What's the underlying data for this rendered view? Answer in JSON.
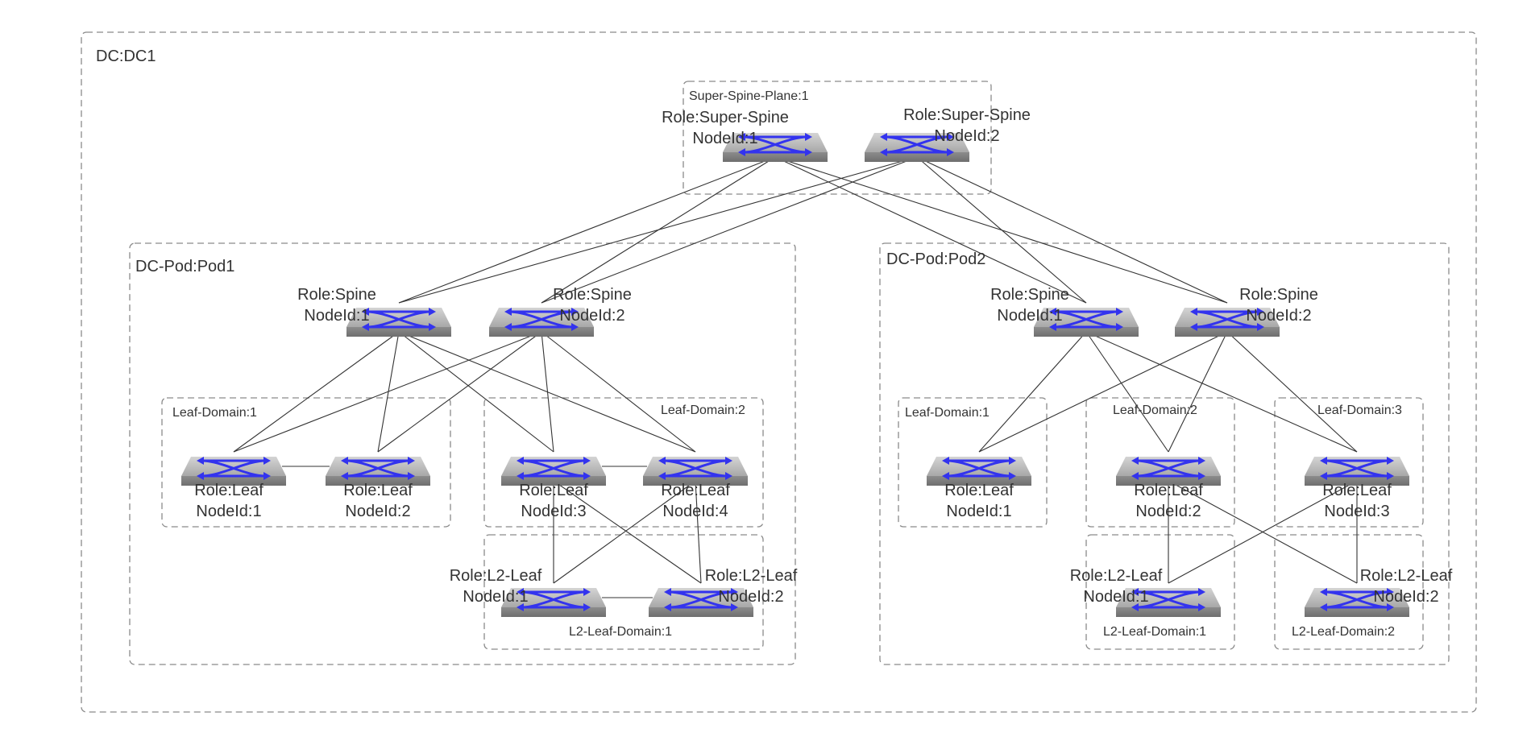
{
  "colors": {
    "switch_arrow": "#3333ee",
    "switch_top": "#b8b8b8",
    "switch_side": "#888888",
    "group_border": "#8a8a8a",
    "link": "#333333"
  },
  "icon": "network-switch-icon",
  "groups": {
    "dc": "DC:DC1",
    "super_spine_plane": "Super-Spine-Plane:1",
    "pod1": "DC-Pod:Pod1",
    "pod1_leaf_domain_1": "Leaf-Domain:1",
    "pod1_leaf_domain_2": "Leaf-Domain:2",
    "pod1_l2_leaf_domain_1": "L2-Leaf-Domain:1",
    "pod2": "DC-Pod:Pod2",
    "pod2_leaf_domain_1": "Leaf-Domain:1",
    "pod2_leaf_domain_2": "Leaf-Domain:2",
    "pod2_leaf_domain_3": "Leaf-Domain:3",
    "pod2_l2_leaf_domain_1": "L2-Leaf-Domain:1",
    "pod2_l2_leaf_domain_2": "L2-Leaf-Domain:2"
  },
  "nodes": {
    "ss1": {
      "role": "Role:Super-Spine",
      "nodeid": "NodeId:1"
    },
    "ss2": {
      "role": "Role:Super-Spine",
      "nodeid": "NodeId:2"
    },
    "p1s1": {
      "role": "Role:Spine",
      "nodeid": "NodeId:1"
    },
    "p1s2": {
      "role": "Role:Spine",
      "nodeid": "NodeId:2"
    },
    "p1l1": {
      "role": "Role:Leaf",
      "nodeid": "NodeId:1"
    },
    "p1l2": {
      "role": "Role:Leaf",
      "nodeid": "NodeId:2"
    },
    "p1l3": {
      "role": "Role:Leaf",
      "nodeid": "NodeId:3"
    },
    "p1l4": {
      "role": "Role:Leaf",
      "nodeid": "NodeId:4"
    },
    "p1l2l1": {
      "role": "Role:L2-Leaf",
      "nodeid": "NodeId:1"
    },
    "p1l2l2": {
      "role": "Role:L2-Leaf",
      "nodeid": "NodeId:2"
    },
    "p2s1": {
      "role": "Role:Spine",
      "nodeid": "NodeId:1"
    },
    "p2s2": {
      "role": "Role:Spine",
      "nodeid": "NodeId:2"
    },
    "p2l1": {
      "role": "Role:Leaf",
      "nodeid": "NodeId:1"
    },
    "p2l2": {
      "role": "Role:Leaf",
      "nodeid": "NodeId:2"
    },
    "p2l3": {
      "role": "Role:Leaf",
      "nodeid": "NodeId:3"
    },
    "p2l2l1": {
      "role": "Role:L2-Leaf",
      "nodeid": "NodeId:1"
    },
    "p2l2l2": {
      "role": "Role:L2-Leaf",
      "nodeid": "NodeId:2"
    }
  },
  "links": [
    [
      "ss1",
      "p1s1"
    ],
    [
      "ss1",
      "p1s2"
    ],
    [
      "ss1",
      "p2s1"
    ],
    [
      "ss1",
      "p2s2"
    ],
    [
      "ss2",
      "p1s1"
    ],
    [
      "ss2",
      "p1s2"
    ],
    [
      "ss2",
      "p2s1"
    ],
    [
      "ss2",
      "p2s2"
    ],
    [
      "p1s1",
      "p1l1"
    ],
    [
      "p1s1",
      "p1l2"
    ],
    [
      "p1s1",
      "p1l3"
    ],
    [
      "p1s1",
      "p1l4"
    ],
    [
      "p1s2",
      "p1l1"
    ],
    [
      "p1s2",
      "p1l2"
    ],
    [
      "p1s2",
      "p1l3"
    ],
    [
      "p1s2",
      "p1l4"
    ],
    [
      "p1l1",
      "p1l2"
    ],
    [
      "p1l3",
      "p1l4"
    ],
    [
      "p1l3",
      "p1l2l1"
    ],
    [
      "p1l3",
      "p1l2l2"
    ],
    [
      "p1l4",
      "p1l2l1"
    ],
    [
      "p1l4",
      "p1l2l2"
    ],
    [
      "p1l2l1",
      "p1l2l2"
    ],
    [
      "p2s1",
      "p2l1"
    ],
    [
      "p2s1",
      "p2l2"
    ],
    [
      "p2s1",
      "p2l3"
    ],
    [
      "p2s2",
      "p2l1"
    ],
    [
      "p2s2",
      "p2l2"
    ],
    [
      "p2s2",
      "p2l3"
    ],
    [
      "p2l2",
      "p2l2l1"
    ],
    [
      "p2l2",
      "p2l2l2"
    ],
    [
      "p2l3",
      "p2l2l1"
    ],
    [
      "p2l3",
      "p2l2l2"
    ]
  ]
}
